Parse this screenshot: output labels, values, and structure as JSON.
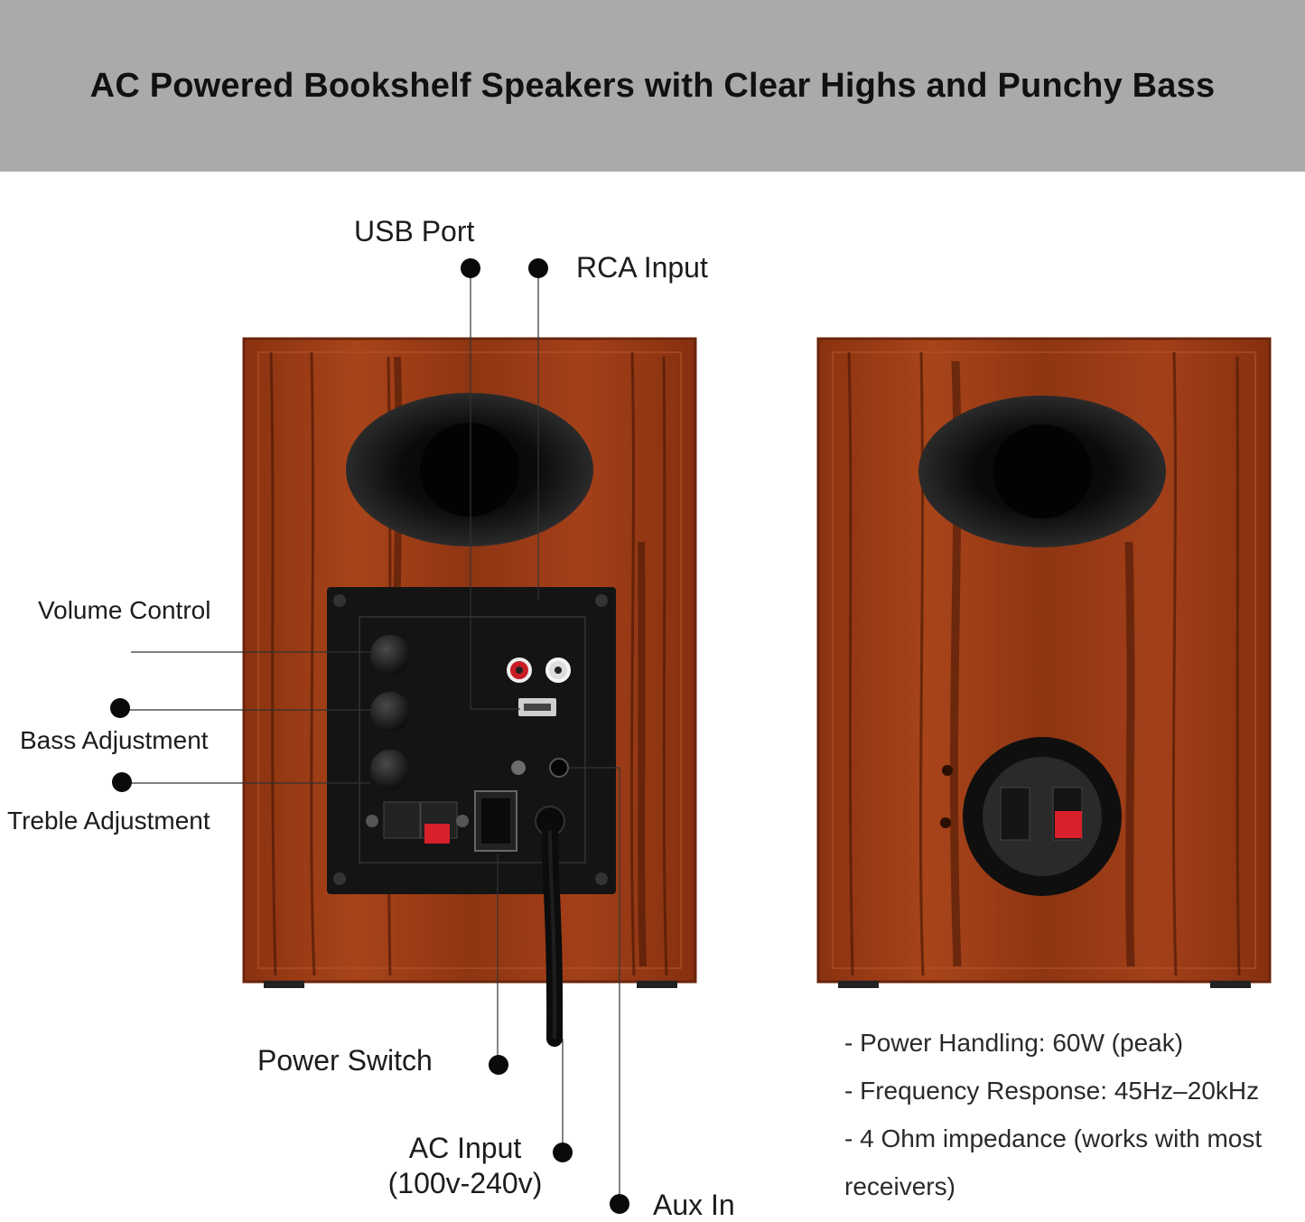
{
  "banner": {
    "title": "AC Powered Bookshelf Speakers with Clear Highs and Punchy Bass",
    "background": "#aaaaaa"
  },
  "callouts": {
    "usb_port": "USB Port",
    "rca_input": "RCA Input",
    "volume_control": "Volume Control",
    "bass_adjustment": "Bass Adjustment",
    "treble_adjustment": "Treble Adjustment",
    "power_switch": "Power Switch",
    "ac_input": "AC Input",
    "ac_input_range": "(100v-240v)",
    "aux_in": "Aux In"
  },
  "specs": [
    "- Power Handling: 60W (peak)",
    "- Frequency Response: 45Hz–20kHz",
    "- 4 Ohm impedance (works with most",
    "receivers)"
  ],
  "colors": {
    "wood": "#9a3a14",
    "wood_dark": "#5a1d08",
    "panel": "#141414",
    "terminal_red": "#d8202a"
  }
}
